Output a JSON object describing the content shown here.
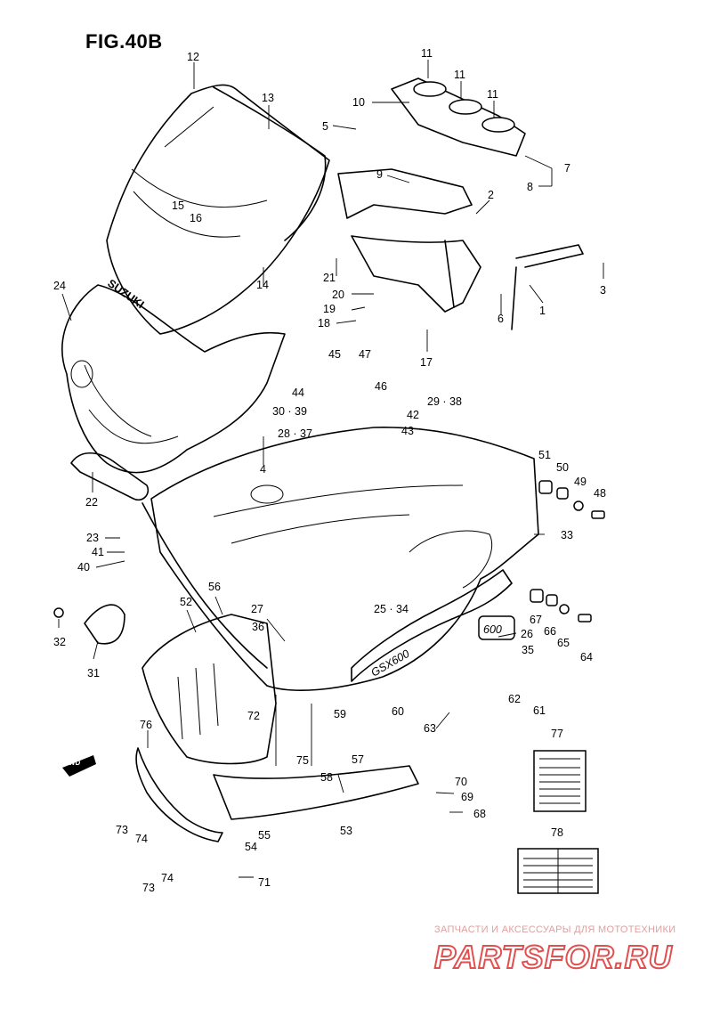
{
  "figure": {
    "title": "FIG.40B"
  },
  "callouts": [
    {
      "id": "c1",
      "label": "1"
    },
    {
      "id": "c2",
      "label": "2"
    },
    {
      "id": "c3",
      "label": "3"
    },
    {
      "id": "c4",
      "label": "4"
    },
    {
      "id": "c5",
      "label": "5"
    },
    {
      "id": "c6",
      "label": "6"
    },
    {
      "id": "c7",
      "label": "7"
    },
    {
      "id": "c8",
      "label": "8"
    },
    {
      "id": "c9",
      "label": "9"
    },
    {
      "id": "c10",
      "label": "10"
    },
    {
      "id": "c11a",
      "label": "11"
    },
    {
      "id": "c11b",
      "label": "11"
    },
    {
      "id": "c11c",
      "label": "11"
    },
    {
      "id": "c12",
      "label": "12"
    },
    {
      "id": "c13",
      "label": "13"
    },
    {
      "id": "c14",
      "label": "14"
    },
    {
      "id": "c15",
      "label": "15"
    },
    {
      "id": "c16",
      "label": "16"
    },
    {
      "id": "c17",
      "label": "17"
    },
    {
      "id": "c18",
      "label": "18"
    },
    {
      "id": "c19",
      "label": "19"
    },
    {
      "id": "c20",
      "label": "20"
    },
    {
      "id": "c21",
      "label": "21"
    },
    {
      "id": "c22",
      "label": "22"
    },
    {
      "id": "c23",
      "label": "23"
    },
    {
      "id": "c24",
      "label": "24"
    },
    {
      "id": "c25",
      "label": "25 · 34"
    },
    {
      "id": "c26",
      "label": "26"
    },
    {
      "id": "c27",
      "label": "27"
    },
    {
      "id": "c28",
      "label": "28 · 37"
    },
    {
      "id": "c29",
      "label": "29 · 38"
    },
    {
      "id": "c30",
      "label": "30 · 39"
    },
    {
      "id": "c31",
      "label": "31"
    },
    {
      "id": "c32",
      "label": "32"
    },
    {
      "id": "c33",
      "label": "33"
    },
    {
      "id": "c35",
      "label": "35"
    },
    {
      "id": "c36",
      "label": "36"
    },
    {
      "id": "c40",
      "label": "40"
    },
    {
      "id": "c41",
      "label": "41"
    },
    {
      "id": "c42",
      "label": "42"
    },
    {
      "id": "c43",
      "label": "43"
    },
    {
      "id": "c44",
      "label": "44"
    },
    {
      "id": "c45",
      "label": "45"
    },
    {
      "id": "c46",
      "label": "46"
    },
    {
      "id": "c47",
      "label": "47"
    },
    {
      "id": "c48",
      "label": "48"
    },
    {
      "id": "c49",
      "label": "49"
    },
    {
      "id": "c50",
      "label": "50"
    },
    {
      "id": "c51",
      "label": "51"
    },
    {
      "id": "c52",
      "label": "52"
    },
    {
      "id": "c53",
      "label": "53"
    },
    {
      "id": "c54",
      "label": "54"
    },
    {
      "id": "c55",
      "label": "55"
    },
    {
      "id": "c56",
      "label": "56"
    },
    {
      "id": "c57",
      "label": "57"
    },
    {
      "id": "c58",
      "label": "58"
    },
    {
      "id": "c59",
      "label": "59"
    },
    {
      "id": "c60",
      "label": "60"
    },
    {
      "id": "c61",
      "label": "61"
    },
    {
      "id": "c62",
      "label": "62"
    },
    {
      "id": "c63",
      "label": "63"
    },
    {
      "id": "c64",
      "label": "64"
    },
    {
      "id": "c65",
      "label": "65"
    },
    {
      "id": "c66",
      "label": "66"
    },
    {
      "id": "c67",
      "label": "67"
    },
    {
      "id": "c68",
      "label": "68"
    },
    {
      "id": "c69",
      "label": "69"
    },
    {
      "id": "c70",
      "label": "70"
    },
    {
      "id": "c71",
      "label": "71"
    },
    {
      "id": "c72",
      "label": "72"
    },
    {
      "id": "c73a",
      "label": "73"
    },
    {
      "id": "c73b",
      "label": "73"
    },
    {
      "id": "c74a",
      "label": "74"
    },
    {
      "id": "c74b",
      "label": "74"
    },
    {
      "id": "c75",
      "label": "75"
    },
    {
      "id": "c76",
      "label": "76"
    },
    {
      "id": "c77",
      "label": "77"
    },
    {
      "id": "c78",
      "label": "78"
    }
  ],
  "brand_text": {
    "windscreen": "SUZUKI",
    "tank_logo": "GSX600",
    "panel_badge": "600"
  },
  "fwd_label": "FWD",
  "watermark": {
    "tagline": "ЗАПЧАСТИ И АКСЕССУАРЫ ДЛЯ МОТОТЕХНИКИ",
    "logo": "PARTSFOR.RU"
  },
  "colors": {
    "ink": "#000000",
    "watermark": "#e05050",
    "background": "#ffffff"
  }
}
